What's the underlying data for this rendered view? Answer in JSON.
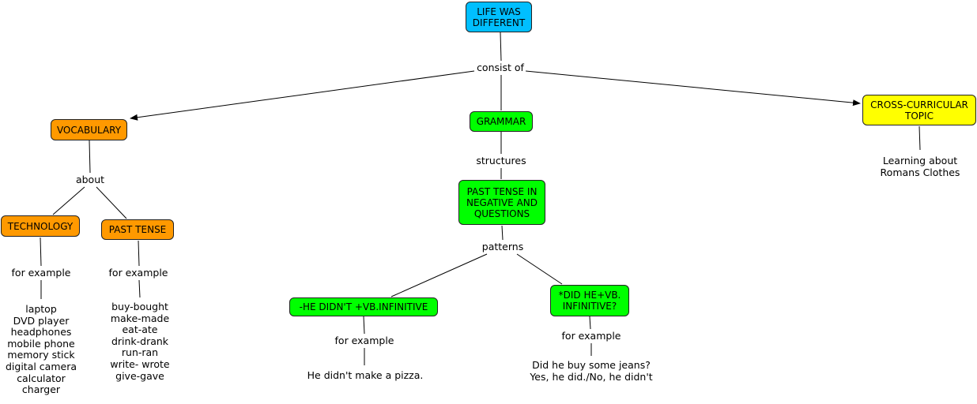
{
  "colors": {
    "root": "#00bfff",
    "grammar": "#00ff00",
    "vocabulary": "#ff9900",
    "topic": "#ffff00",
    "line": "#000000"
  },
  "nodes": {
    "root": "LIFE WAS DIFFERENT",
    "vocabulary": "VOCABULARY",
    "grammar": "GRAMMAR",
    "topic": "CROSS-CURRICULAR TOPIC",
    "technology": "TECHNOLOGY",
    "past_tense": "PAST TENSE",
    "past_tense_neg_q": "PAST TENSE IN NEGATIVE AND QUESTIONS",
    "negative_pattern": "-HE DIDN'T +VB.INFINITIVE",
    "question_pattern": "*DID HE+VB. INFINITIVE?"
  },
  "links": {
    "consist_of": "consist of",
    "about": "about",
    "structures": "structures",
    "patterns": "patterns",
    "for_example_technology": "for example",
    "for_example_past_tense": "for example",
    "for_example_negative": "for example",
    "for_example_question": "for example"
  },
  "examples": {
    "topic": [
      "Learning about",
      "Romans Clothes"
    ],
    "technology": [
      "laptop",
      "DVD player",
      "headphones",
      "mobile phone",
      "memory stick",
      "digital camera",
      "calculator",
      "charger"
    ],
    "past_tense": [
      "buy-bought",
      "make-made",
      "eat-ate",
      "drink-drank",
      "run-ran",
      "write- wrote",
      "give-gave"
    ],
    "negative": [
      "He didn't make a pizza."
    ],
    "question": [
      "Did he buy some jeans?",
      "Yes, he did./No, he didn't"
    ]
  }
}
